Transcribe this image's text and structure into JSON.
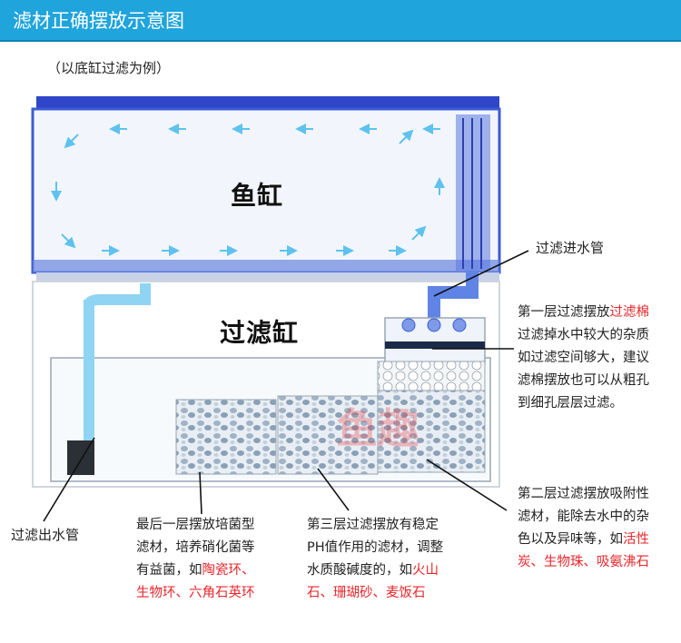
{
  "header": {
    "title": "滤材正确摆放示意图"
  },
  "example_note": "（以底缸过滤为例）",
  "labels": {
    "fish_tank": "鱼缸",
    "filter_tank": "过滤缸",
    "inlet_pipe": "过滤进水管",
    "outlet_pipe": "过滤出水管"
  },
  "notes": {
    "layer1": {
      "line1_a": "第一层过滤摆放",
      "line1_red": "过滤棉",
      "line2": "过滤掉水中较大的杂质",
      "line3": "如过滤空间够大，建议",
      "line4": "滤棉摆放也可以从粗孔",
      "line5": "到细孔层层过滤。"
    },
    "layer2": {
      "line1": "第二层过滤摆放吸附性",
      "line2": "滤材，能除去水中的杂",
      "line3_a": "色以及异味等，如",
      "line3_red": "活性",
      "line4_red": "炭、生物珠、吸氨沸石"
    },
    "layer3": {
      "line1": "第三层过滤摆放有稳定",
      "line2": "PH值作用的滤材，调整",
      "line3_a": "水质酸碱度的，如",
      "line3_red": "火山",
      "line4_red": "石、珊瑚砂、麦饭石"
    },
    "layer4": {
      "line1": "最后一层摆放培菌型",
      "line2": "滤材，培养硝化菌等",
      "line3_a": "有益菌，如",
      "line3_red": "陶瓷环、",
      "line4_red": "生物环、六角石英环"
    }
  },
  "watermark": "鱼趣",
  "colors": {
    "header_bg": "#1fa4dc",
    "tank_blue": "#3b5bd6",
    "accent_red": "#e8262b",
    "arrow": "#5fc2ee"
  }
}
